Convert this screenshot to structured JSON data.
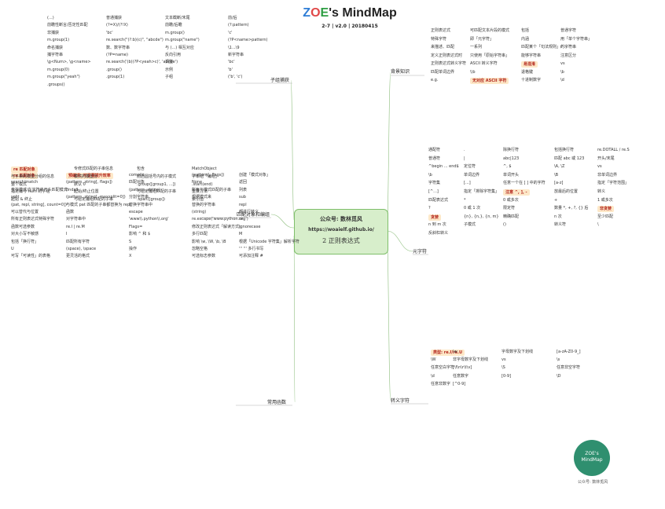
{
  "header": {
    "title": "ZOE's MindMap",
    "subtitle": "2-7 | v2.0 | 20180415"
  },
  "center": {
    "line1": "公众号: 数林觅风",
    "line2": "https://woaielf.github.io/",
    "line3": "2 正则表达式"
  },
  "branches": {
    "background": "背景知识",
    "metachar": "元字符",
    "escape": "转义字符",
    "common_funcs": "常用函数",
    "match_obj": "匹配对象和编组",
    "subgroups": "子组捕获"
  },
  "background_items": [
    "正则表达式",
    "可匹配文本片段的模式",
    "包括",
    "普通字符",
    "特殊字符",
    "即「元字符」",
    "内涵",
    "用「单个字符串」",
    "来描述、匹配",
    "一系列",
    "匹配某个「句法规则」的字符串",
    "r' ... '",
    "定义正则表达式时",
    "只使用「原始字符串」",
    "能够字符串",
    "注意区分",
    "正则表达式转义字符",
    "ASCII 转义字符",
    "易混淆",
    "vs",
    "匹配单词边界",
    "\\\\b",
    "退格键",
    "\\b",
    "e.g.",
    "无对应 ASCII 字符",
    "十进制数字",
    "\\d"
  ],
  "metachar_items": [
    "通配符",
    ".",
    "除换行符",
    "包括换行符",
    "re.DOTALL / re.S",
    "普通符",
    "|",
    "abc|123",
    "匹配 abc 或 123",
    "开头/末尾",
    "^begin ... end$",
    "定位符",
    "^, $",
    "\\A, \\Z",
    "vs",
    "\\b",
    "单词边界",
    "单词开头",
    "\\B",
    "非单词边界",
    "字符集",
    "[...]",
    "任意一个在 [ ] 中的字符",
    "[a-z]",
    "指定「字符范围」",
    "[^...]",
    "指定「排除字符集」",
    "注意 ^, ], -",
    "放最后的位置",
    "转义",
    "匹配表达式",
    "*",
    "0 或多次",
    "+",
    "1 或多次",
    "?",
    "0 或 1 次",
    "限定符",
    "数量 *, +, ?, {} 后",
    "非贪婪",
    "贪婪",
    "{n}, {n,}, {n, m}",
    "精确匹配",
    "n 次",
    "至少匹配",
    "n 到 m 次",
    "子模式",
    "()",
    "转义符",
    "\\",
    "反斜杠转义"
  ],
  "escape_items": [
    "类型: re.I/re.U",
    "\\w",
    "字母数字及下划线",
    "[a-zA-Z0-9_]",
    "\\W",
    "非字母数字及下划线",
    "vs",
    "\\s",
    "任意空白字符",
    "[\\f\\n\\r\\t\\v]",
    "\\S",
    "任意非空字符",
    "\\d",
    "任意数字",
    "[0-9]",
    "\\D",
    "任意非数字",
    "[^0-9]"
  ],
  "common_items": [
    "re 匹配对象",
    "预编译: 可显著提升效率",
    "compile",
    "(pattern[, flags])",
    "创建「模式对象」",
    "search/match",
    "(pattern, string[, flags])",
    "匹配对象",
    "None",
    "返回",
    "查找模式/在字符串开头匹配模式",
    "findall",
    "(pattern, string)",
    "所有与模式匹配的子串",
    "列表",
    "split",
    "(pattern, string[, maxsplit=0])",
    "分割字符串",
    "根据模式来",
    "sub",
    "(pat, repl, string[, count=0])",
    "与模式 pat 匹配的子串都替换为 repl",
    "替换字符串中",
    "替换的字符串",
    "repl",
    "可以替代与位置",
    "函数",
    "escape",
    "(string)",
    "都进行转义",
    "所有正则表达式特殊字符",
    "对字符串中",
    "'www\\\\.python\\\\.org'",
    "re.escape('www.python.org')",
    "re.",
    "函数可选参数",
    "re.I | re.M",
    "Flags=",
    "修改正则表达式「解读方式」",
    "Ignorecase",
    "对大小写不敏感",
    "I",
    "影响 ^ 和 $",
    "多行匹配",
    "M",
    "包括「换行符」",
    "匹配所有字符",
    "S",
    "影响 \\w, \\W, \\b, \\B",
    "根据「Unicode 字符集」解析字符",
    "U",
    "(space), \\space",
    "操作",
    "忽略空格",
    "''' ''' 多行书写",
    "可写「可读性」的表格",
    "更灵活的格式",
    "X",
    "可选标志参数",
    "可添加注释 #"
  ],
  "matchobj_items": [
    "re 匹配对象",
    "专修式匹配的子串信息",
    "包含",
    "MatchObject",
    "与子串的模型分组的信息",
    "模式的模型分",
    "前后圆括号内的子模式",
    "子串组「编组」",
    "整个模式",
    "默认 0",
    ".group([group1, ...])",
    ".start(end)",
    "指定编号 num 的子组",
    "起始/终止位置",
    "与给定编组匹配的子串",
    "重要方法",
    "起始 & 终止",
    "与给定编组匹配的子串",
    ".span([group])",
    "索引值"
  ],
  "subgroup_items": [
    "(...)",
    "普通捕获",
    "文本截断/末尾",
    "前/后",
    "前瞻性断言/否定性匹配",
    "(?=X)/(?!X)",
    "前瞻/后瞻",
    "(?:pattern)",
    "非捕获",
    "'bc'",
    "m.group()",
    "'c'",
    "m.group(1)",
    "re.search(\"(?:b)(c)\", \"abcde\")",
    "m.group(\"name\")",
    "(?P<name>pattern)",
    "命名捕获",
    "数、数字符串",
    "与 (...) 相互对应",
    "\\1...\\9",
    "捕字符串",
    "(?P=name)",
    "反向引用",
    "新字符串",
    "\\g<Num>, \\g<name>",
    "re.search('(b)(?P<yeah>c)', 'abcde')",
    "调整",
    "'bc'",
    "m.group(0)",
    ".group()",
    "示例",
    "'b'",
    "m.group(\"yeah\")",
    ".group(1)",
    "子组",
    "('b', 'c')",
    ".groups()"
  ],
  "badge": {
    "line1": "ZOE's",
    "line2": "MindMap",
    "caption": "公众号: 数林觅风"
  }
}
